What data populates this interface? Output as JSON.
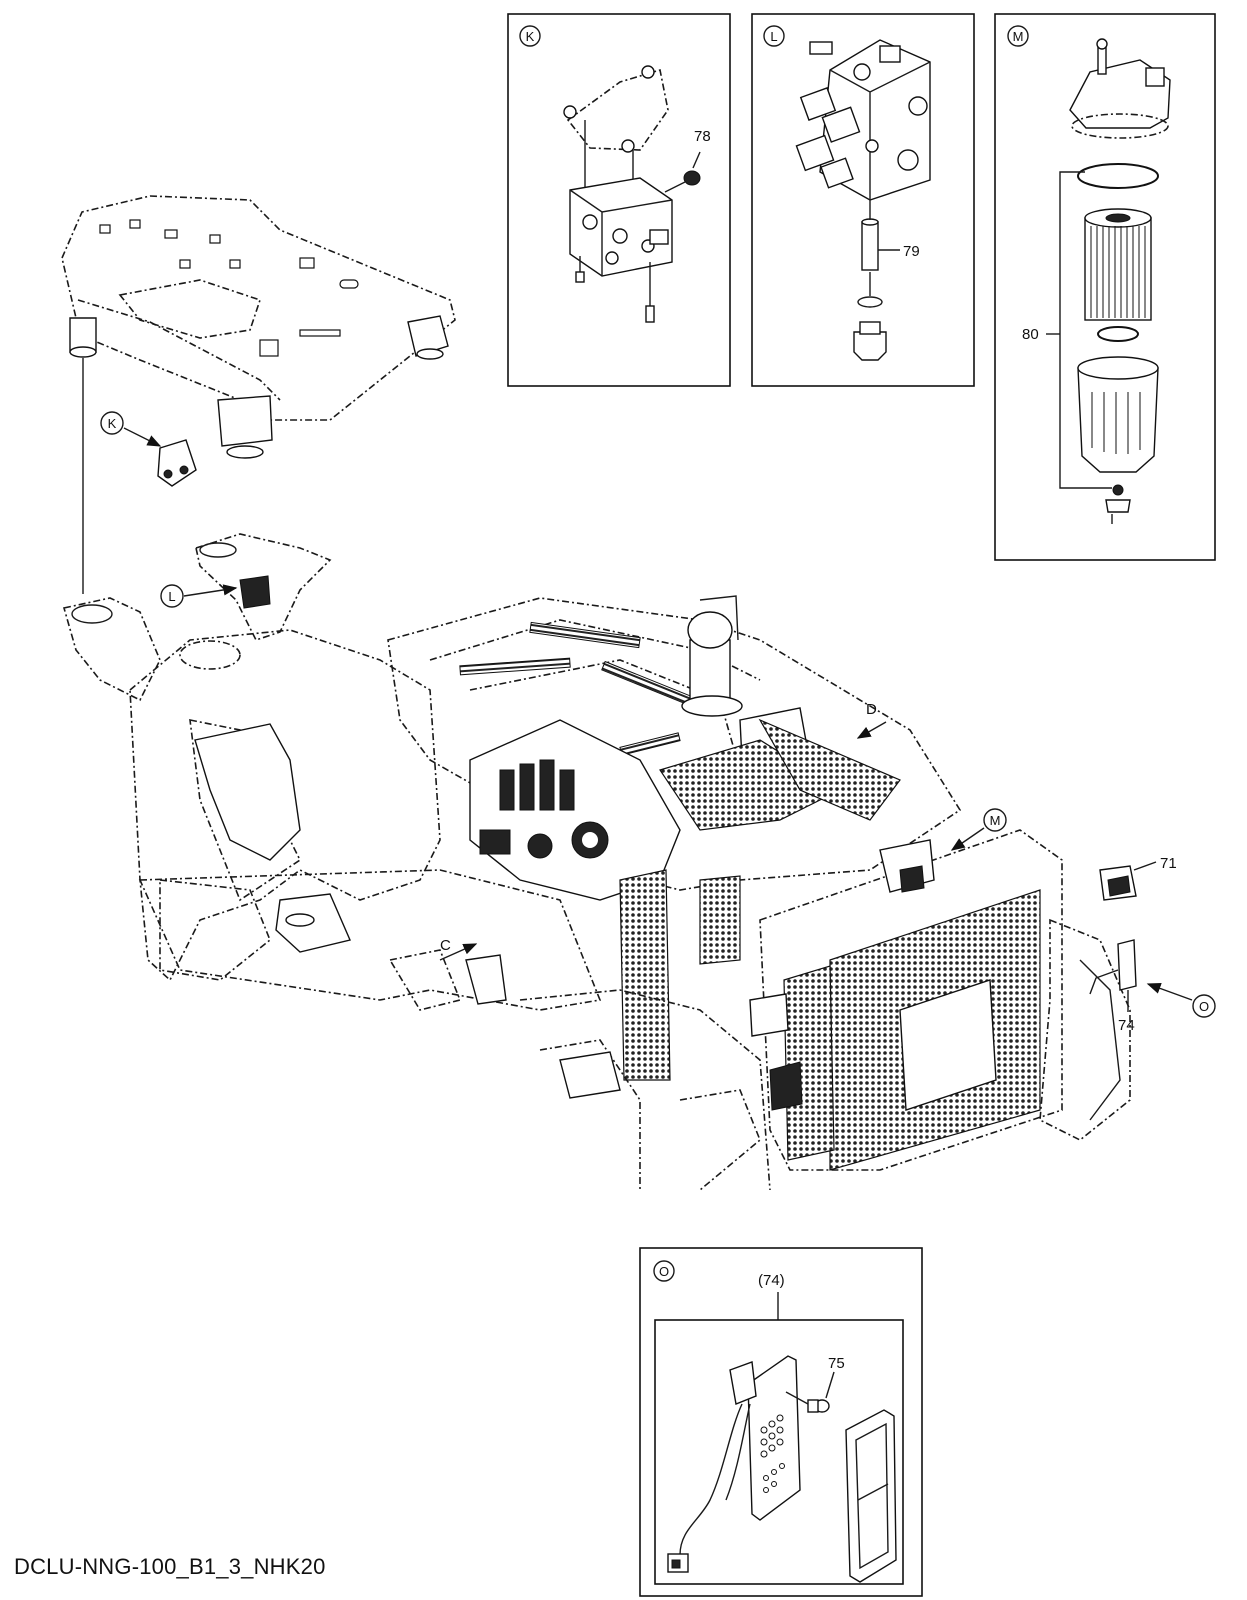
{
  "document_code": "DCLU-NNG-100_B1_3_NHK20",
  "detail_views": [
    {
      "letter": "K",
      "part_numbers": [
        "78"
      ]
    },
    {
      "letter": "L",
      "part_numbers": [
        "79"
      ]
    },
    {
      "letter": "M",
      "part_numbers": [
        "80"
      ]
    },
    {
      "letter": "O",
      "part_numbers": [
        "(74)",
        "75"
      ]
    }
  ],
  "main_callouts": {
    "k": "K",
    "l": "L",
    "m": "M",
    "o": "O",
    "c": "C",
    "d": "D",
    "part_71": "71",
    "part_74": "74"
  },
  "colors": {
    "line": "#111111",
    "background": "#ffffff"
  }
}
